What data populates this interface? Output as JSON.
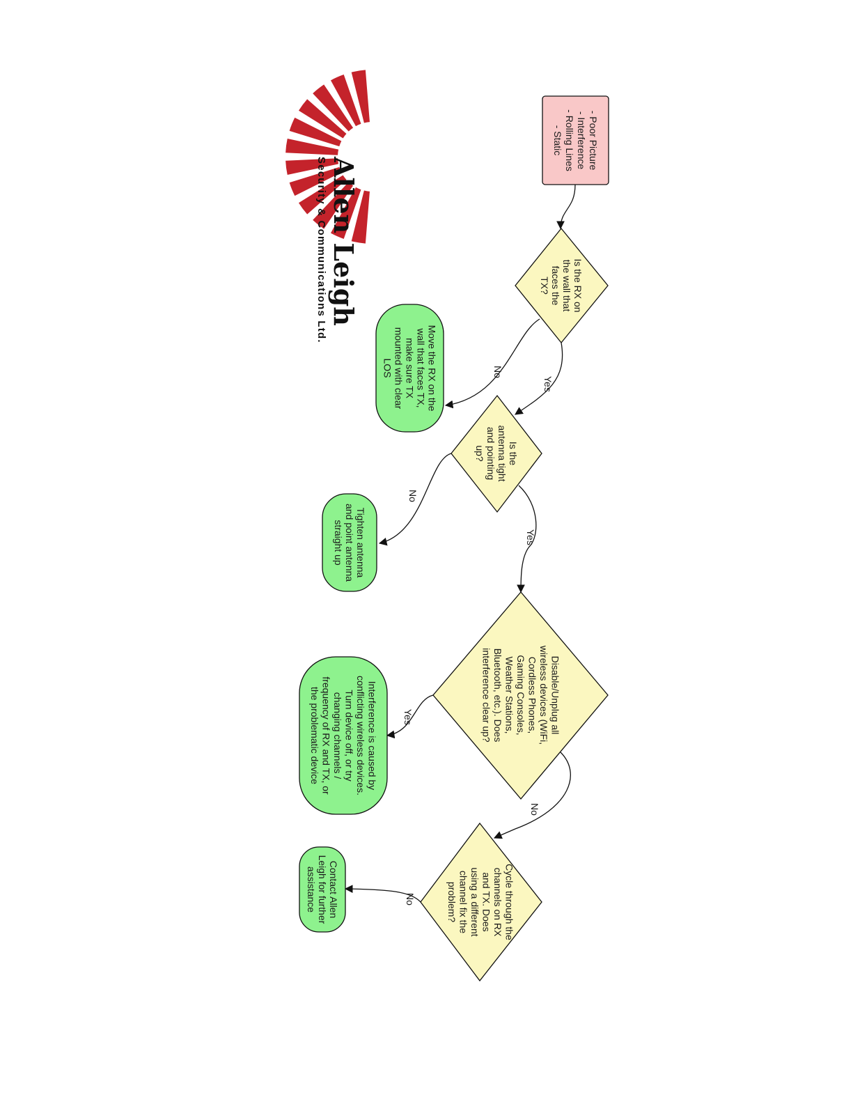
{
  "logo": {
    "name": "Allen Leigh",
    "tagline": "Security & Communications Ltd."
  },
  "nodes": {
    "symptoms": [
      "- Poor Picture",
      "- Interference",
      "- Rolling Lines",
      "- Static"
    ],
    "q_rx_wall": [
      "Is the RX on",
      "the wall that",
      "faces the",
      "TX?"
    ],
    "a_move_rx": [
      "Move the RX on the",
      "wall that faces TX,",
      "make sure TX",
      "mounted with clear",
      "LOS"
    ],
    "q_antenna": [
      "Is the",
      "antenna tight",
      "and pointing",
      "up?"
    ],
    "a_tighten": [
      "Tighten antenna",
      "and point antenna",
      "straight up"
    ],
    "q_disable": [
      "Disable/Unplug all",
      "wireless devices (WiFi,",
      "Cordless Phones,",
      "Gaming Consoles,",
      "Weather Stations,",
      "Bluetooth, etc.). Does",
      "interference clear up?"
    ],
    "a_interference": [
      "Interference is caused by",
      "conflicting wireless devices.",
      "Turn device off, or try",
      "changing channels /",
      "frequency of RX and TX, or",
      "the problematic device"
    ],
    "q_cycle": [
      "Cycle through the",
      "channels on RX",
      "and TX. Does",
      "using a different",
      "channel fix the",
      "problem?"
    ],
    "a_contact": [
      "Contact Allen",
      "Leigh for further",
      "assistance"
    ]
  },
  "edges": {
    "q1_no": "No",
    "q1_yes": "Yes",
    "q2_no": "No",
    "q2_yes": "Yes",
    "q3_yes": "Yes",
    "q3_no": "No",
    "q4_no": "No"
  },
  "colors": {
    "start_fill": "#f9c8c8",
    "decision_fill": "#fbf7c0",
    "end_fill": "#8ef28e",
    "logo_red": "#c4232b",
    "stroke": "#111111"
  }
}
